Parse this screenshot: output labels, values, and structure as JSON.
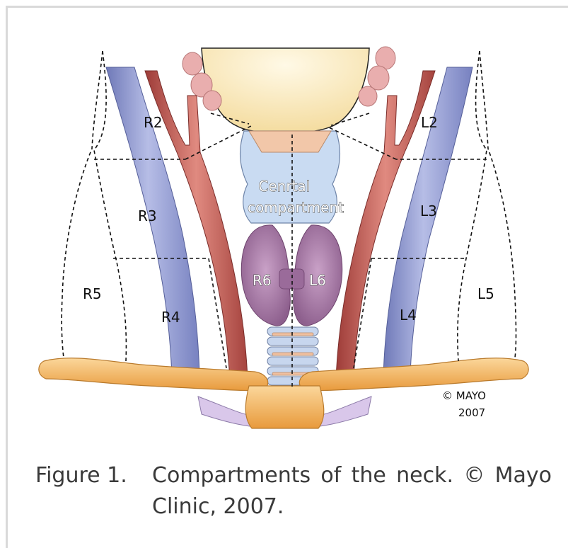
{
  "labels": {
    "r2": "R2",
    "l2": "L2",
    "central": "Cenrtal\ncompartment",
    "r3": "R3",
    "l3": "L3",
    "r6": "R6",
    "l6": "L6",
    "r5": "R5",
    "l5": "L5",
    "r4": "R4",
    "l4": "L4"
  },
  "copyright": {
    "line1": "© MAYO",
    "line2": "2007"
  },
  "caption": {
    "figure_number": "Figure 1.",
    "text": "Compartments of the neck. © Mayo Clinic, 2007."
  },
  "colors": {
    "jugular_vein": "#9aa3d6",
    "carotid_artery": "#c75a52",
    "thyroid": "#a980a8",
    "cartilage": "#c8d8f0",
    "clavicle": "#f5b35c",
    "mandible": "#fbeec3"
  }
}
